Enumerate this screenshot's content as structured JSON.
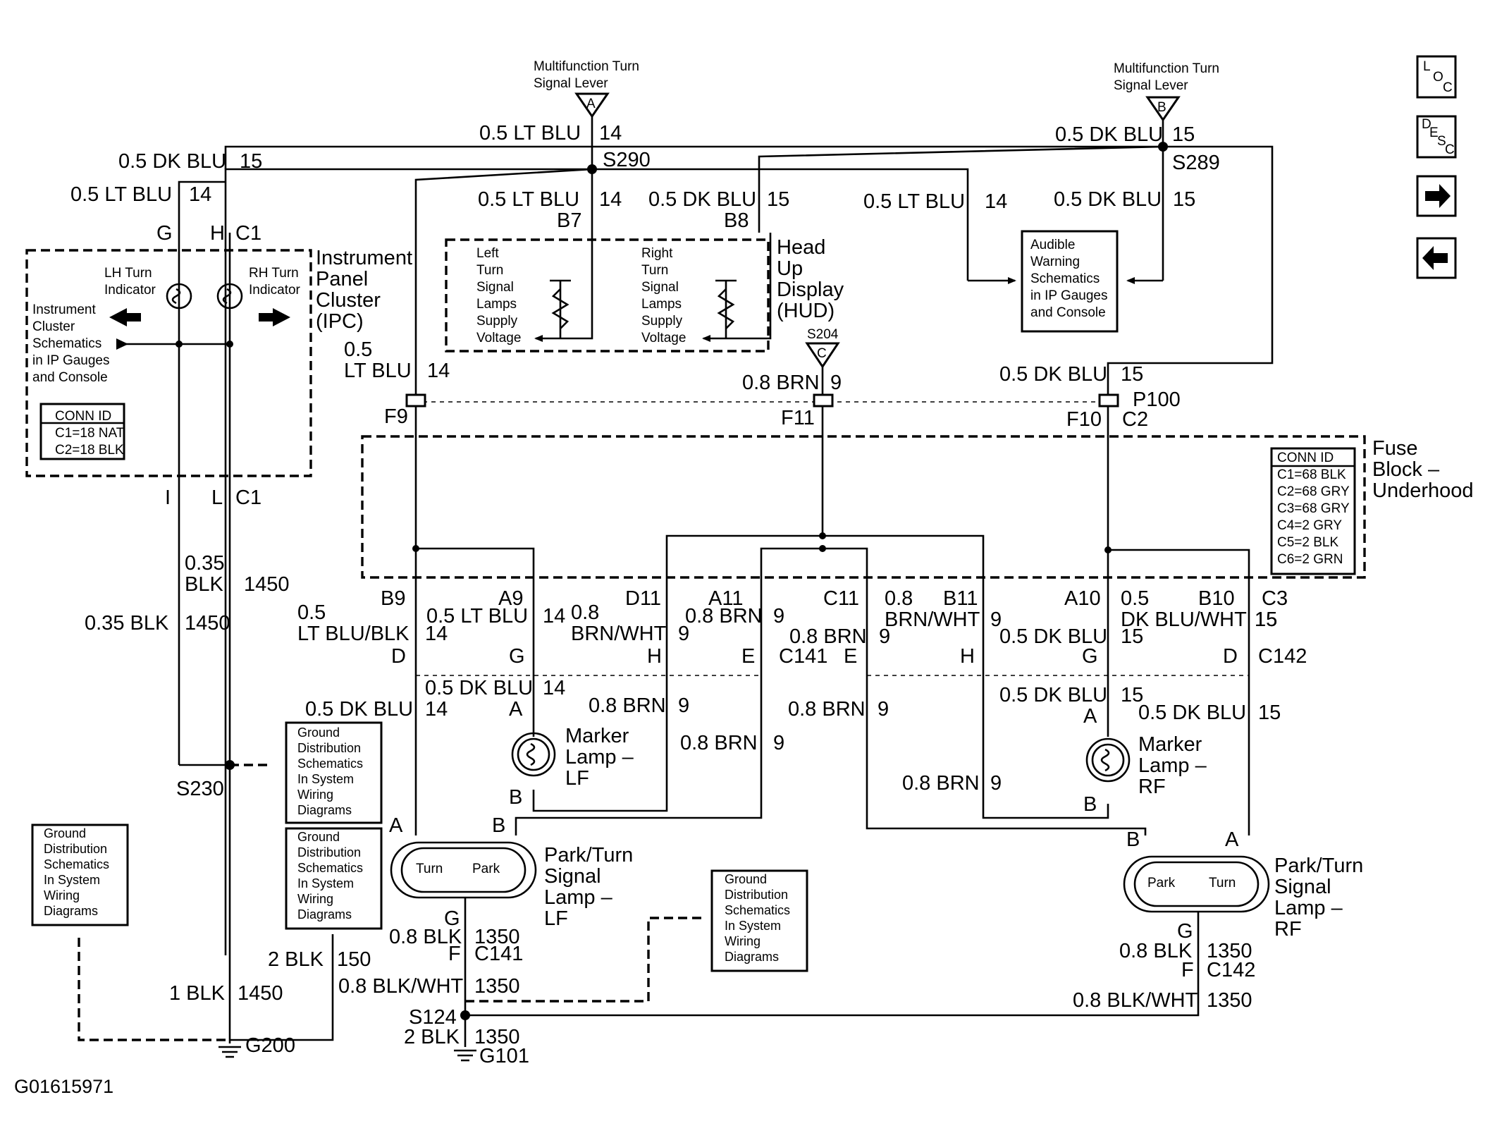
{
  "nav": {
    "loc": "LOC",
    "desc": "DESC"
  },
  "components": {
    "mf_a_title": [
      "Multifunction Turn",
      "Signal Lever"
    ],
    "mf_a_letter": "A",
    "mf_b_title": [
      "Multifunction Turn",
      "Signal Lever"
    ],
    "mf_b_letter": "B",
    "s204": "S204",
    "s204_letter": "C",
    "ipc": [
      "Instrument",
      "Panel",
      "Cluster",
      "(IPC)"
    ],
    "ipc_lh": [
      "LH Turn",
      "Indicator"
    ],
    "ipc_rh": [
      "RH Turn",
      "Indicator"
    ],
    "ipc_schem": [
      "Instrument",
      "Cluster",
      "Schematics",
      "in IP Gauges",
      "and Console"
    ],
    "ipc_conn": [
      "CONN ID",
      "C1=18 NAT",
      "C2=18 BLK"
    ],
    "hud": [
      "Head",
      "Up",
      "Display",
      "(HUD)"
    ],
    "hud_left": [
      "Left",
      "Turn",
      "Signal",
      "Lamps",
      "Supply",
      "Voltage"
    ],
    "hud_right": [
      "Right",
      "Turn",
      "Signal",
      "Lamps",
      "Supply",
      "Voltage"
    ],
    "audible": [
      "Audible",
      "Warning",
      "Schematics",
      "in IP Gauges",
      "and Console"
    ],
    "fuse": [
      "Fuse",
      "Block –",
      "Underhood"
    ],
    "fuse_conn": [
      "CONN ID",
      "C1=68 BLK",
      "C2=68 GRY",
      "C3=68 GRY",
      "C4=2 GRY",
      "C5=2 BLK",
      "C6=2 GRN"
    ],
    "ground_sch": [
      "Ground",
      "Distribution",
      "Schematics",
      "In System",
      "Wiring",
      "Diagrams"
    ],
    "marker_lf": [
      "Marker",
      "Lamp –",
      "LF"
    ],
    "marker_rf": [
      "Marker",
      "Lamp –",
      "RF"
    ],
    "park_lf": [
      "Park/Turn",
      "Signal",
      "Lamp –",
      "LF"
    ],
    "park_rf": [
      "Park/Turn",
      "Signal",
      "Lamp –",
      "RF"
    ],
    "turn": "Turn",
    "park": "Park",
    "figure_id": "G01615971"
  },
  "labels": {
    "a_wire": "0.5  LT BLU",
    "a_num": "14",
    "b_wire": "0.5  DK BLU",
    "b_num": "15",
    "s290": "S290",
    "s289": "S289",
    "l_dkblu": "0.5 DK BLU",
    "l_dkblu_n": "15",
    "l_ltblu": "0.5 LT BLU",
    "l_ltblu_n": "14",
    "g": "G",
    "h": "H",
    "c1": "C1",
    "i": "I",
    "l": "L",
    "c1b": "C1",
    "b7_wire": "0.5  LT BLU",
    "b7_n": "14",
    "b7": "B7",
    "b8_wire": "0.5  DK BLU",
    "b8_n": "15",
    "b8": "B8",
    "aw_l_wire": "0.5  LT BLU",
    "aw_l_n": "14",
    "aw_d_wire": "0.5 DK BLU",
    "aw_d_n": "15",
    "f9_w1": "0.5",
    "f9_w2": "LT BLU",
    "f9_n": "14",
    "f9": "F9",
    "f11_wire": "0.8 BRN",
    "f11_n": "9",
    "f11": "F11",
    "f10_wire": "0.5 DK BLU",
    "f10_n": "15",
    "p100": "P100",
    "f10": "F10",
    "c2": "C2",
    "blk_w1": "0.35",
    "blk_w2": "BLK",
    "blk_n": "1450",
    "blk_l": "0.35 BLK",
    "blk_ln": "1450",
    "b9": "B9",
    "b9_w1": "0.5",
    "b9_w2": "LT BLU/BLK",
    "b9_n": "14",
    "d1": "D",
    "a9": "A9",
    "a9_w": "0.5 LT BLU",
    "a9_n": "14",
    "g1": "G",
    "d11": "D11",
    "d11_w1": "0.8",
    "d11_w2": "BRN/WHT",
    "d11_n": "9",
    "h1": "H",
    "a11": "A11",
    "a11_w": "0.8 BRN",
    "a11_n": "9",
    "e1": "E",
    "c141": "C141",
    "c11": "C11",
    "c11_w": "0.8 BRN",
    "c11_n": "9",
    "e2": "E",
    "b11": "B11",
    "b11_w1": "0.8",
    "b11_w2": "BRN/WHT",
    "b11_n": "9",
    "h2": "H",
    "a10": "A10",
    "a10_w": "0.5 DK BLU",
    "a10_n": "15",
    "g2": "G",
    "b10": "B10",
    "b10_w1": "0.5",
    "b10_w2": "DK BLU/WHT",
    "b10_n": "15",
    "d2": "D",
    "c3": "C3",
    "c3_n": "15",
    "c142": "C142",
    "lw_dk1": "0.5 DK BLU",
    "lw_dk1_n": "14",
    "lw_dk2": "0.5 DK BLU",
    "lw_dk2_n": "14",
    "lw_a": "A",
    "lw_brn1": "0.8 BRN",
    "lw_brn1_n": "9",
    "lw_brn2": "0.8 BRN",
    "lw_brn2_n": "9",
    "lw_b": "B",
    "lw_brn3": "0.8 BRN",
    "lw_brn3_n": "9",
    "rw_dk1": "0.5 DK BLU",
    "rw_dk1_n": "15",
    "rw_a": "A",
    "rw_dk2": "0.5 DK BLU",
    "rw_dk2_n": "15",
    "rw_brn": "0.8 BRN",
    "rw_brn_n": "9",
    "rw_b": "B",
    "s230": "S230",
    "pl_a": "A",
    "pl_b": "B",
    "pr_b": "B",
    "pr_a": "A",
    "lg_g": "G",
    "lg_w": "0.8 BLK",
    "lg_n": "1350",
    "lg_f": "F",
    "lg_c": "C141",
    "lg_w2": "0.8 BLK/WHT",
    "lg_n2": "1350",
    "s124": "S124",
    "lg_w3": "2 BLK",
    "lg_n3": "1350",
    "g101": "G101",
    "rg_g": "G",
    "rg_w": "0.8 BLK",
    "rg_n": "1350",
    "rg_f": "F",
    "rg_c": "C142",
    "rg_w2": "0.8 BLK/WHT",
    "rg_n2": "1350",
    "g200_w1": "2 BLK",
    "g200_n1": "150",
    "g200_w2": "1 BLK",
    "g200_n2": "1450",
    "g200": "G200"
  }
}
